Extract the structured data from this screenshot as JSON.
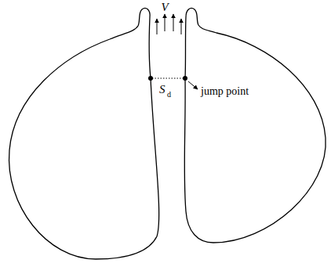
{
  "diagram": {
    "labels": [
      "V",
      "S",
      "d",
      "jump point"
    ]
  }
}
